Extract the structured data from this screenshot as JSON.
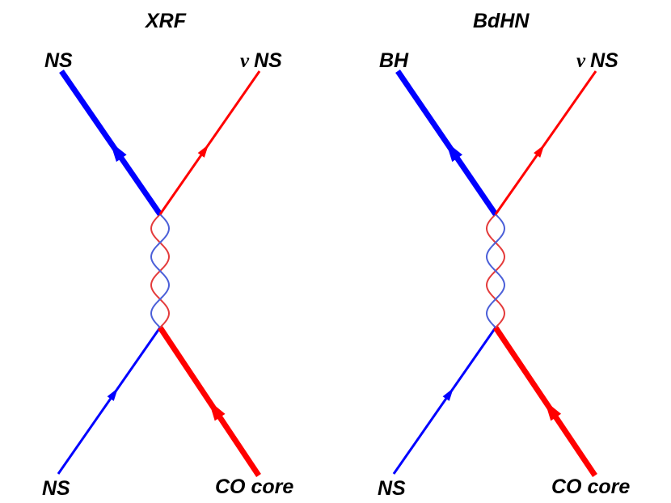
{
  "panels": [
    {
      "title": "XRF",
      "top_left": "NS",
      "top_right_prefix": "ν",
      "top_right": "NS",
      "bottom_left": "NS",
      "bottom_right": "CO core"
    },
    {
      "title": "BdHN",
      "top_left": "BH",
      "top_right_prefix": "ν",
      "top_right": "NS",
      "bottom_left": "NS",
      "bottom_right": "CO core"
    }
  ],
  "colors": {
    "blue": "#0000ff",
    "red": "#ff0000",
    "helix_blue": "#4b5fd8",
    "helix_red": "#e43b3b"
  }
}
